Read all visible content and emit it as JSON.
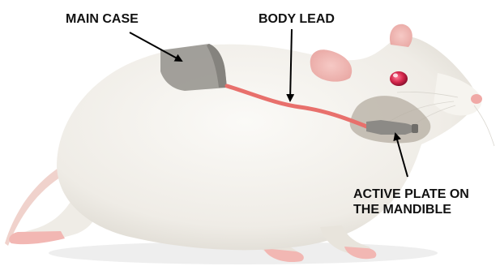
{
  "labels": {
    "main_case": "MAIN CASE",
    "body_lead": "BODY LEAD",
    "active_plate_line1": "ACTIVE PLATE ON",
    "active_plate_line2": "THE MANDIBLE"
  },
  "colors": {
    "background": "#ffffff",
    "fur": "#f3f1ec",
    "fur_shadow": "#dcd8cf",
    "skin_pink": "#f2b7b3",
    "eye": "#d3264b",
    "case_gray": "#9a9892",
    "plate_gray": "#b5aea2",
    "lead": "#e8706c",
    "connector": "#8c8a86",
    "arrow": "#000000"
  }
}
